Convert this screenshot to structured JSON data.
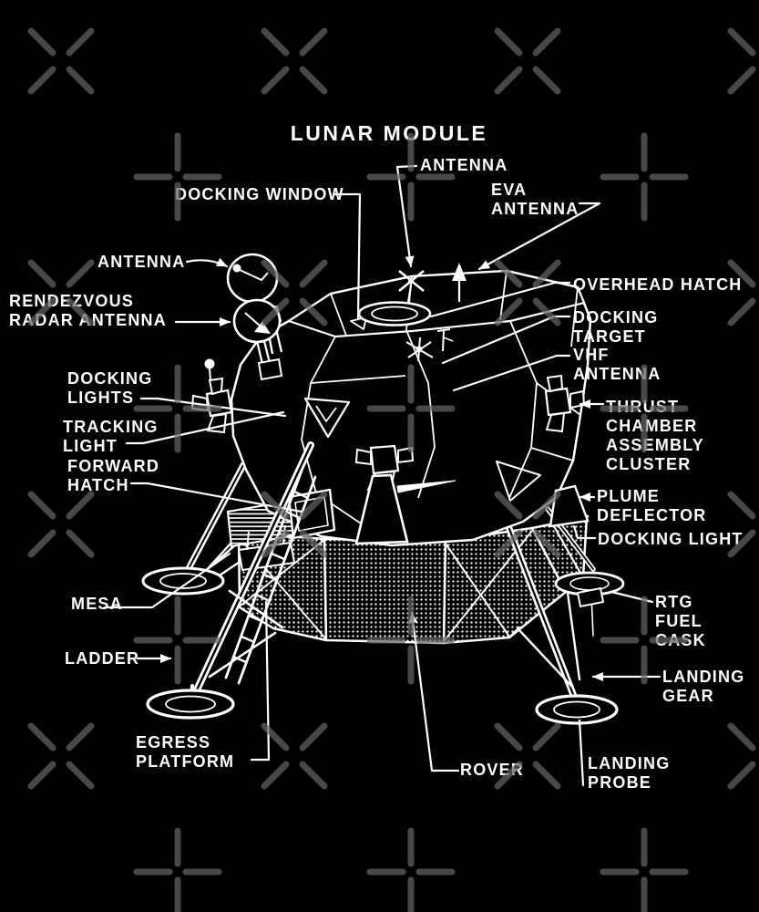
{
  "title": {
    "text": "LUNAR MODULE"
  },
  "subject": "Apollo Lunar Module labeled technical line drawing, white on black",
  "colors": {
    "background": "#000000",
    "artwork": "#ffffff",
    "text": "#ffffff",
    "watermark": "#656565"
  },
  "watermark": {
    "description": "repeating grid of × and + marks overlaid on artwork",
    "x_glyph": "×",
    "plus_glyph": "+"
  },
  "labels": {
    "antenna_top": {
      "text": "ANTENNA"
    },
    "docking_window": {
      "text": "DOCKING WINDOW"
    },
    "eva_antenna": {
      "text": "EVA\nANTENNA"
    },
    "antenna_left": {
      "text": "ANTENNA"
    },
    "rendezvous_radar": {
      "text": "RENDEZVOUS\nRADAR ANTENNA"
    },
    "overhead_hatch": {
      "text": "OVERHEAD HATCH"
    },
    "docking_target": {
      "text": "DOCKING\nTARGET"
    },
    "vhf_antenna": {
      "text": "VHF\nANTENNA"
    },
    "thrust_chamber": {
      "text": "THRUST\nCHAMBER\nASSEMBLY\nCLUSTER"
    },
    "plume_deflector": {
      "text": "PLUME\nDEFLECTOR"
    },
    "docking_light": {
      "text": "DOCKING LIGHT"
    },
    "rtg_fuel_cask": {
      "text": "RTG\nFUEL\nCASK"
    },
    "landing_gear": {
      "text": "LANDING\nGEAR"
    },
    "landing_probe": {
      "text": "LANDING\nPROBE"
    },
    "rover": {
      "text": "ROVER"
    },
    "egress_platform": {
      "text": "EGRESS\nPLATFORM"
    },
    "ladder": {
      "text": "LADDER"
    },
    "mesa": {
      "text": "MESA"
    },
    "forward_hatch": {
      "text": "FORWARD\nHATCH"
    },
    "tracking_light": {
      "text": "TRACKING\nLIGHT"
    },
    "docking_lights": {
      "text": "DOCKING\nLIGHTS"
    }
  }
}
